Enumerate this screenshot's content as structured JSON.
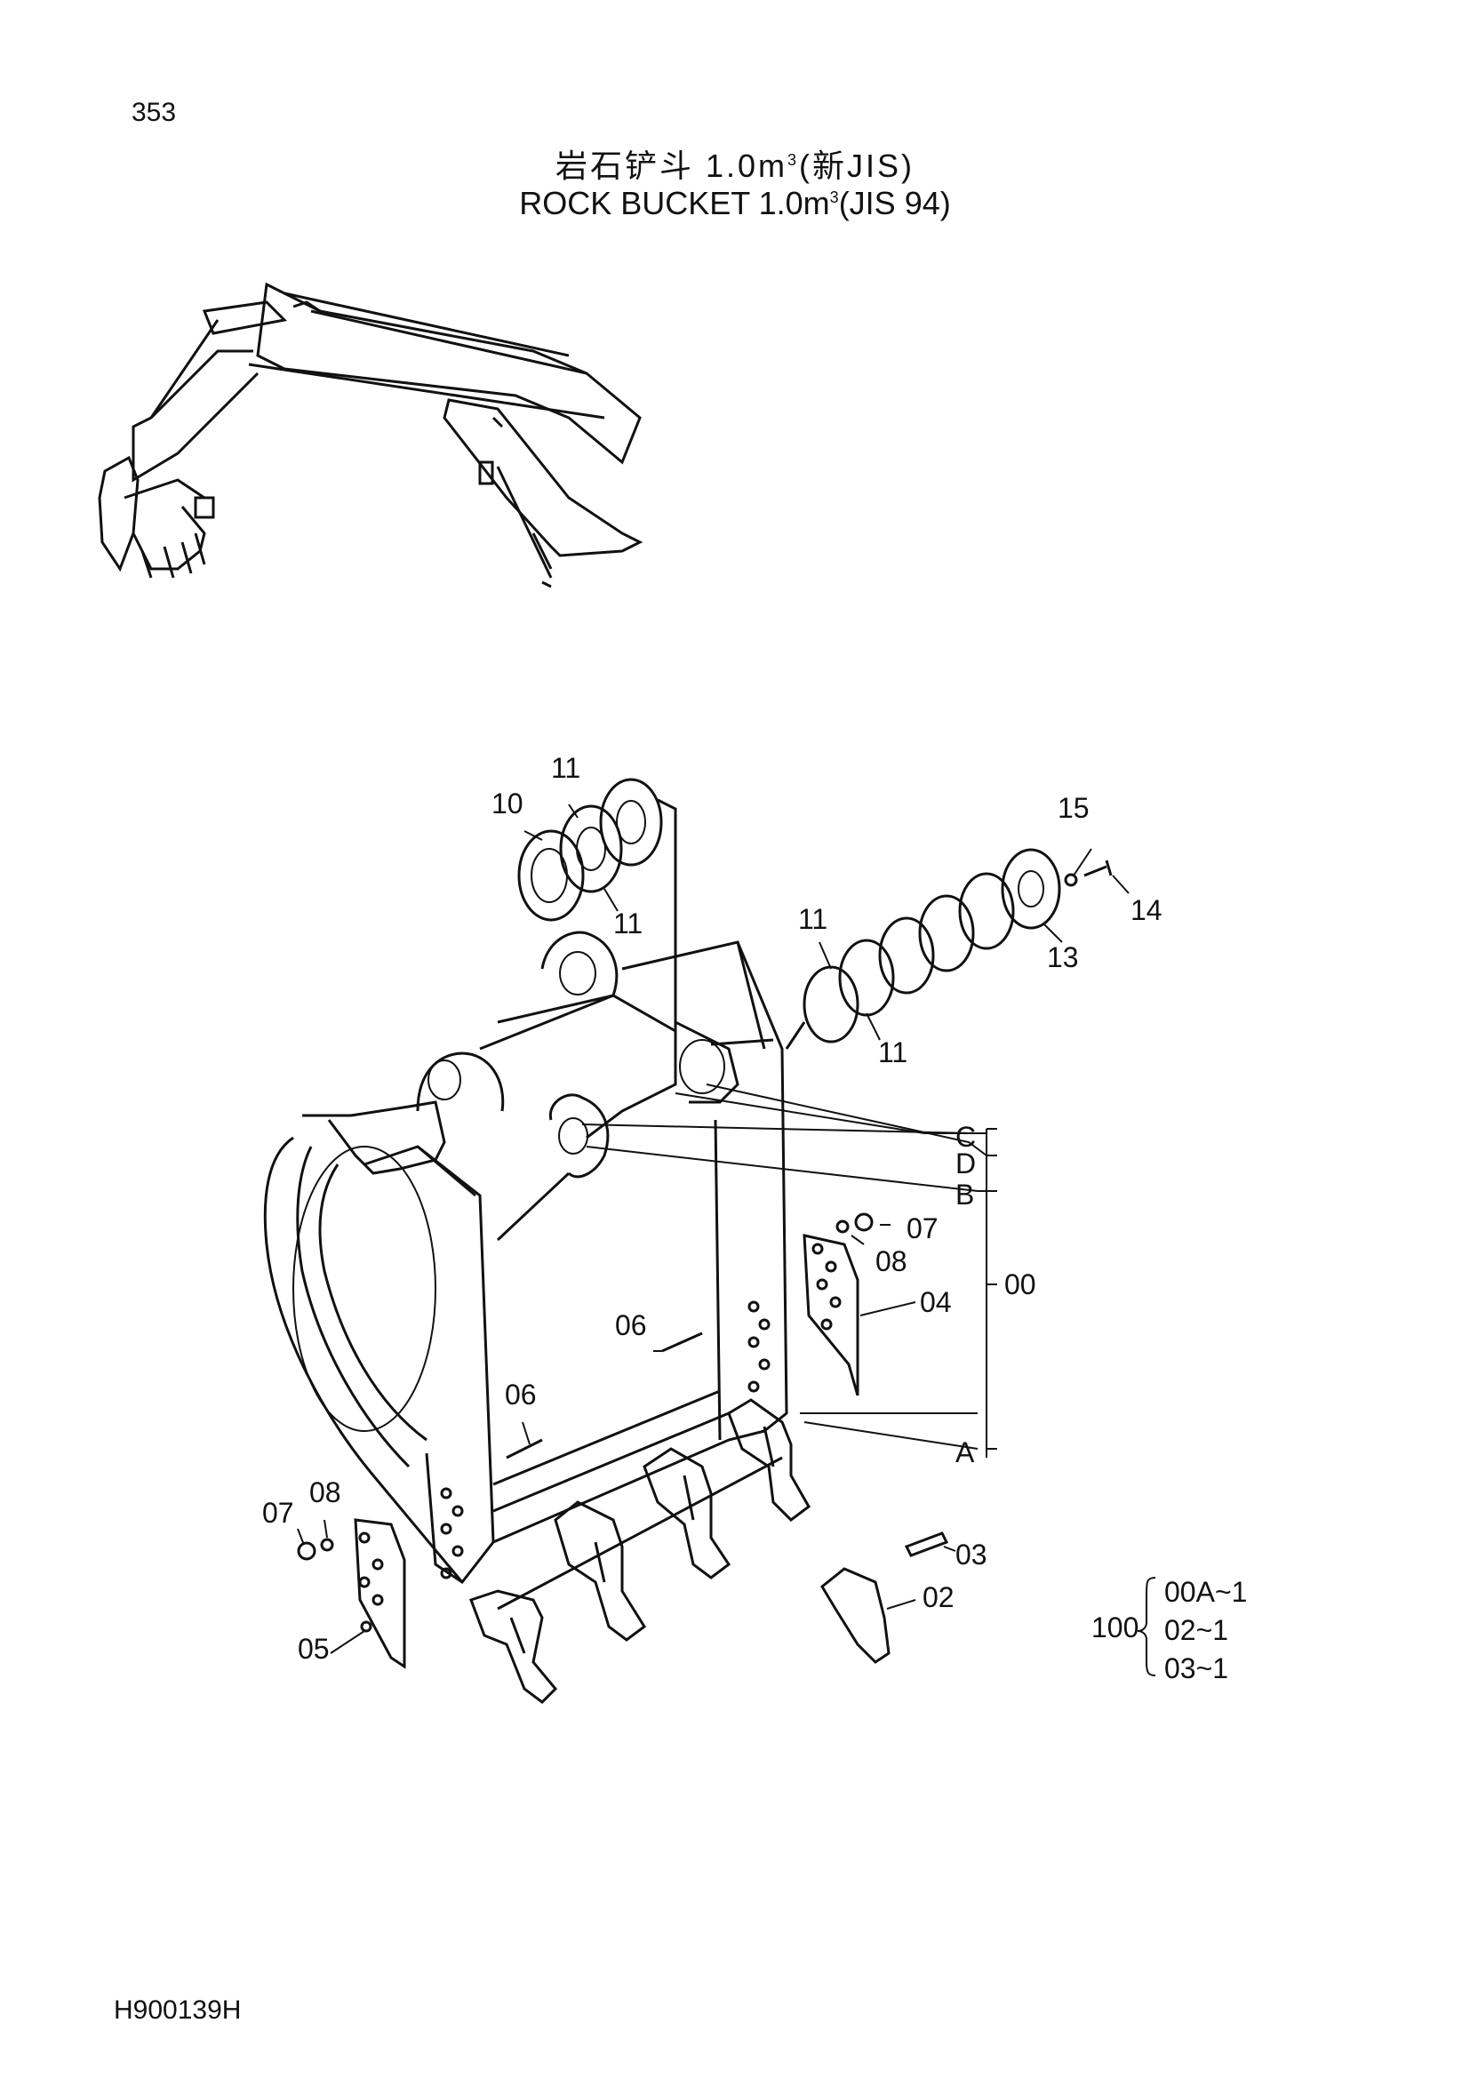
{
  "page_number": "353",
  "title_cn": "岩石铲斗 1.0m",
  "title_cn_sup": "3",
  "title_cn_suffix": "(新JIS)",
  "title_en": "ROCK BUCKET 1.0m",
  "title_en_sup": "3",
  "title_en_suffix": "(JIS 94)",
  "doc_code": "H900139H",
  "callouts": {
    "p10": "10",
    "p11a": "11",
    "p11b": "11",
    "p11c": "11",
    "p11d": "11",
    "p15": "15",
    "p14": "14",
    "p13": "13",
    "pC": "C",
    "pD": "D",
    "pB": "B",
    "pA": "A",
    "p00": "00",
    "p07a": "07",
    "p08a": "08",
    "p04": "04",
    "p06a": "06",
    "p06b": "06",
    "p07b": "07",
    "p08b": "08",
    "p05": "05",
    "p03": "03",
    "p02": "02"
  },
  "kit": {
    "label": "100",
    "items": [
      "00A~1",
      "02~1",
      "03~1"
    ]
  }
}
